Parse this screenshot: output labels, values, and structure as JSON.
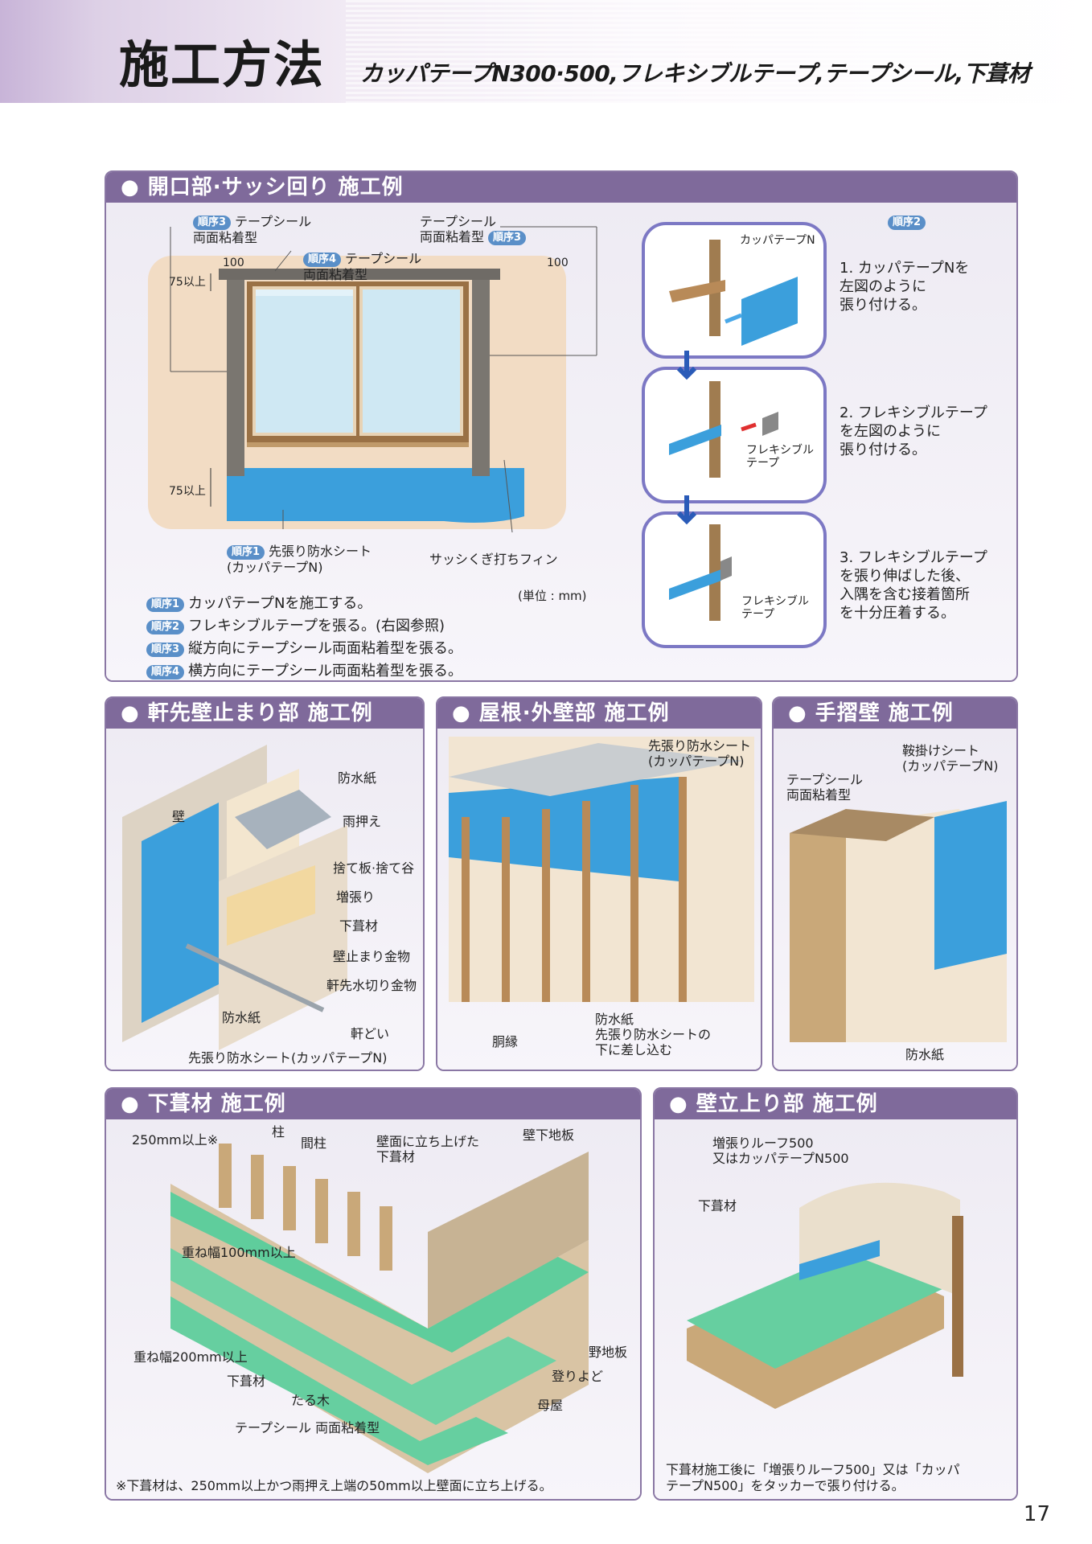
{
  "header": {
    "title": "施工方法",
    "subtitle": "カッパテープN300·500,フレキシブルテープ,テープシール,下葺材"
  },
  "sec1": {
    "title": "● 開口部·サッシ回り 施工例",
    "label_tape_left": "テープシール\n両面粘着型",
    "label_tape_right": "テープシール\n両面粘着型",
    "label_tape_top": "テープシール\n両面粘着型",
    "badge3": "順序3",
    "badge4": "順序4",
    "badge1": "順序1",
    "badge2": "順序2",
    "dim100": "100",
    "dim75": "75以上",
    "label_sheet": "先張り防水シート\n(カッパテープN)",
    "label_fin": "サッシくぎ打ちフィン",
    "unit": "(単位 : mm)",
    "steps": [
      {
        "badge": "順序1",
        "text": "カッパテープNを施工する。"
      },
      {
        "badge": "順序2",
        "text": "フレキシブルテープを張る。(右図参照)"
      },
      {
        "badge": "順序3",
        "text": "縦方向にテープシール両面粘着型を張る。"
      },
      {
        "badge": "順序4",
        "text": "横方向にテープシール両面粘着型を張る。"
      }
    ],
    "right_steps": [
      {
        "num": "1.",
        "text": "カッパテープNを\n左図のように\n張り付ける。"
      },
      {
        "num": "2.",
        "text": "フレキシブルテープ\nを左図のように\n張り付ける。"
      },
      {
        "num": "3.",
        "text": "フレキシブルテープ\nを張り伸ばした後、\n入隅を含む接着箇所\nを十分圧着する。"
      }
    ],
    "d_kappa": "カッパテープN",
    "d_flex": "フレキシブル\nテープ"
  },
  "sec2": {
    "title": "● 軒先壁止まり部 施工例",
    "labels": [
      "防水紙",
      "雨押え",
      "捨て板·捨て谷",
      "増張り",
      "下葺材",
      "壁止まり金物",
      "軒先水切り金物",
      "軒どい"
    ],
    "wall": "壁",
    "bousui": "防水紙",
    "sheet": "先張り防水シート(カッパテープN)"
  },
  "sec3": {
    "title": "● 屋根·外壁部 施工例",
    "sheet": "先張り防水シート\n(カッパテープN)",
    "doubuchi": "胴縁",
    "bousui": "防水紙\n先張り防水シートの\n下に差し込む"
  },
  "sec4": {
    "title": "● 手摺壁 施工例",
    "kura": "鞍掛けシート\n(カッパテープN)",
    "tape": "テープシール\n両面粘着型",
    "bousui": "防水紙"
  },
  "sec5": {
    "title": "● 下葺材 施工例",
    "l250": "250mm以上※",
    "hashira": "柱",
    "mabashira": "間柱",
    "kabe_up": "壁面に立ち上げた\n下葺材",
    "kabe_shita": "壁下地板",
    "kasane100": "重ね幅100mm以上",
    "kasane200": "重ね幅200mm以上",
    "shitabuki": "下葺材",
    "taruki": "たる木",
    "tape": "テープシール 両面粘着型",
    "noji": "野地板",
    "nobori": "登りよど",
    "moya": "母屋",
    "note": "※下葺材は、250mm以上かつ雨押え上端の50mm以上壁面に立ち上げる。"
  },
  "sec6": {
    "title": "● 壁立上り部 施工例",
    "zouhari": "増張りルーフ500\n又はカッパテープN500",
    "shitabuki": "下葺材",
    "note": "下葺材施工後に「増張りルーフ500」又は「カッパ\nテープN500」をタッカーで張り付ける。"
  },
  "page_number": "17"
}
